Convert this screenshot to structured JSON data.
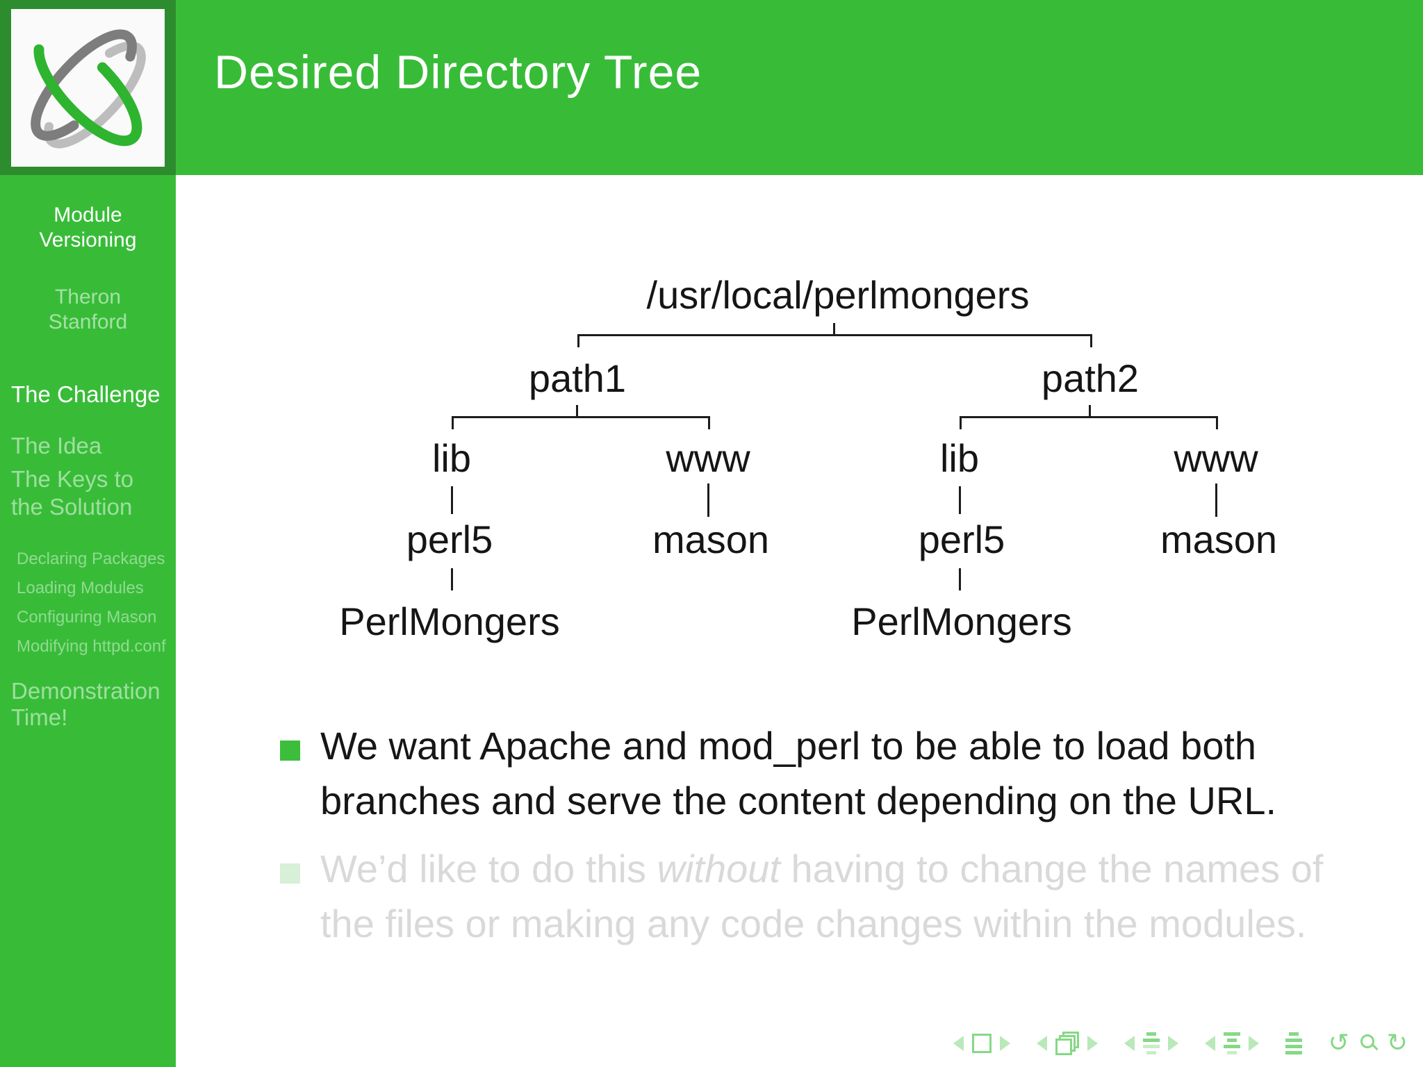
{
  "slide": {
    "title": "Desired Directory Tree"
  },
  "theme": {
    "green": "#38bc38",
    "dark_green_frame": "#2d8c2d",
    "bullet_green": "#3cbe3c",
    "dim_bullet_green": "#d8efd8",
    "dim_text_gray": "#d9d9d9",
    "tree_text": "#151515",
    "nav_icon_green": "#86d886"
  },
  "sidebar": {
    "deck_title": "Module Versioning",
    "author": "Theron Stanford",
    "sections": [
      {
        "label": "The Challenge",
        "state": "current"
      },
      {
        "label": "The Idea",
        "state": "dim"
      },
      {
        "label": "The Keys to the Solution",
        "state": "dim"
      },
      {
        "label": "Demonstration Time!",
        "state": "dim"
      }
    ],
    "subsections": [
      {
        "label": "Declaring Packages",
        "state": "dim"
      },
      {
        "label": "Loading Modules",
        "state": "dim"
      },
      {
        "label": "Configuring Mason",
        "state": "dim"
      },
      {
        "label": "Modifying httpd.conf",
        "state": "dim"
      }
    ]
  },
  "tree": {
    "root": "/usr/local/perlmongers",
    "branches": [
      {
        "name": "path1",
        "children": [
          {
            "name": "lib",
            "child": {
              "name": "perl5",
              "child": {
                "name": "PerlMongers"
              }
            }
          },
          {
            "name": "www",
            "child": {
              "name": "mason"
            }
          }
        ]
      },
      {
        "name": "path2",
        "children": [
          {
            "name": "lib",
            "child": {
              "name": "perl5",
              "child": {
                "name": "PerlMongers"
              }
            }
          },
          {
            "name": "www",
            "child": {
              "name": "mason"
            }
          }
        ]
      }
    ]
  },
  "bullets": {
    "first": {
      "line1": "We want Apache and mod_perl to be able to load both",
      "line2": "branches and serve the content depending on the URL."
    },
    "second": {
      "line1_pre": "We’d like to do this ",
      "line1_em": "without",
      "line1_post": " having to change the names of",
      "line2": "the files or making any code changes within the modules."
    }
  },
  "nav": {
    "icons": [
      "prev-slide-arrow",
      "slide-frame",
      "next-slide-arrow",
      "prev-frame-arrow",
      "frames-stack",
      "next-frame-arrow",
      "prev-subsection-arrow",
      "subsection-lines",
      "next-subsection-arrow",
      "prev-section-arrow",
      "section-lines",
      "next-section-arrow",
      "document-lines",
      "back-icon",
      "search-icon",
      "forward-icon"
    ]
  }
}
